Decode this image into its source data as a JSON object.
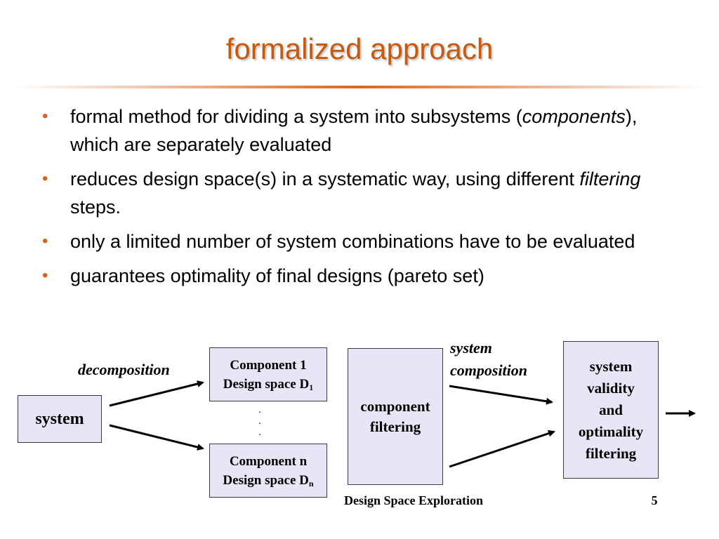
{
  "slide": {
    "title": "formalized approach",
    "title_color": "#c55a11",
    "bullet_color": "#d7641c"
  },
  "bullets": [
    {
      "pre": "formal method for dividing a system into subsystems (",
      "em": "components",
      "post": "), which are separately evaluated"
    },
    {
      "pre": "reduces design space(s) in a systematic way, using different ",
      "em": "filtering",
      "post": " steps."
    },
    {
      "pre": "only a limited number of system combinations have to be evaluated",
      "em": "",
      "post": ""
    },
    {
      "pre": "guarantees optimality of final designs (pareto set)",
      "em": "",
      "post": ""
    }
  ],
  "diagram": {
    "system_box": "system",
    "decomposition_label": "decomposition",
    "component1": {
      "line1": "Component 1",
      "line2": "Design space  D",
      "subscript": "1"
    },
    "componentn": {
      "line1": "Component n",
      "line2": "Design space  D",
      "subscript": "n"
    },
    "vertical_ellipsis": [
      "·",
      "·",
      "·"
    ],
    "component_filtering": [
      "component",
      "filtering"
    ],
    "system_composition_label": [
      "system",
      "composition"
    ],
    "validity_box": [
      "system",
      "validity",
      "and",
      "optimality",
      "filtering"
    ],
    "box_fill": "#e8e6f6"
  },
  "footer": {
    "title": "Design Space Exploration",
    "page": "5"
  }
}
